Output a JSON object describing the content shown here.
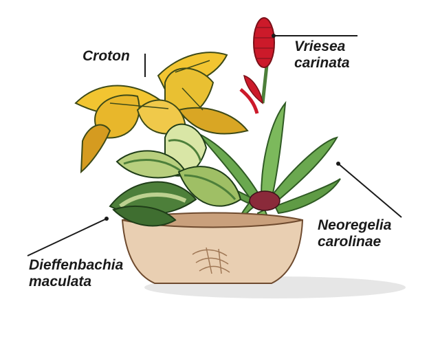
{
  "labels": {
    "croton": "Croton",
    "vriesea": [
      "Vriesea",
      "carinata"
    ],
    "neoregelia": [
      "Neoregelia",
      "carolinae"
    ],
    "dieffenbachia": [
      "Dieffenbachia",
      "maculata"
    ]
  },
  "colors": {
    "pot_fill": "#e9cfb2",
    "pot_rim": "#c9a07c",
    "croton_yellow": "#f2c531",
    "croton_green": "#5a7a2a",
    "dieffen_green": "#4d7f3a",
    "dieffen_light": "#d9e6a6",
    "bromeliad_green": "#6aa84f",
    "bromeliad_center": "#8a2a3a",
    "flower_red": "#cc1a2a"
  }
}
